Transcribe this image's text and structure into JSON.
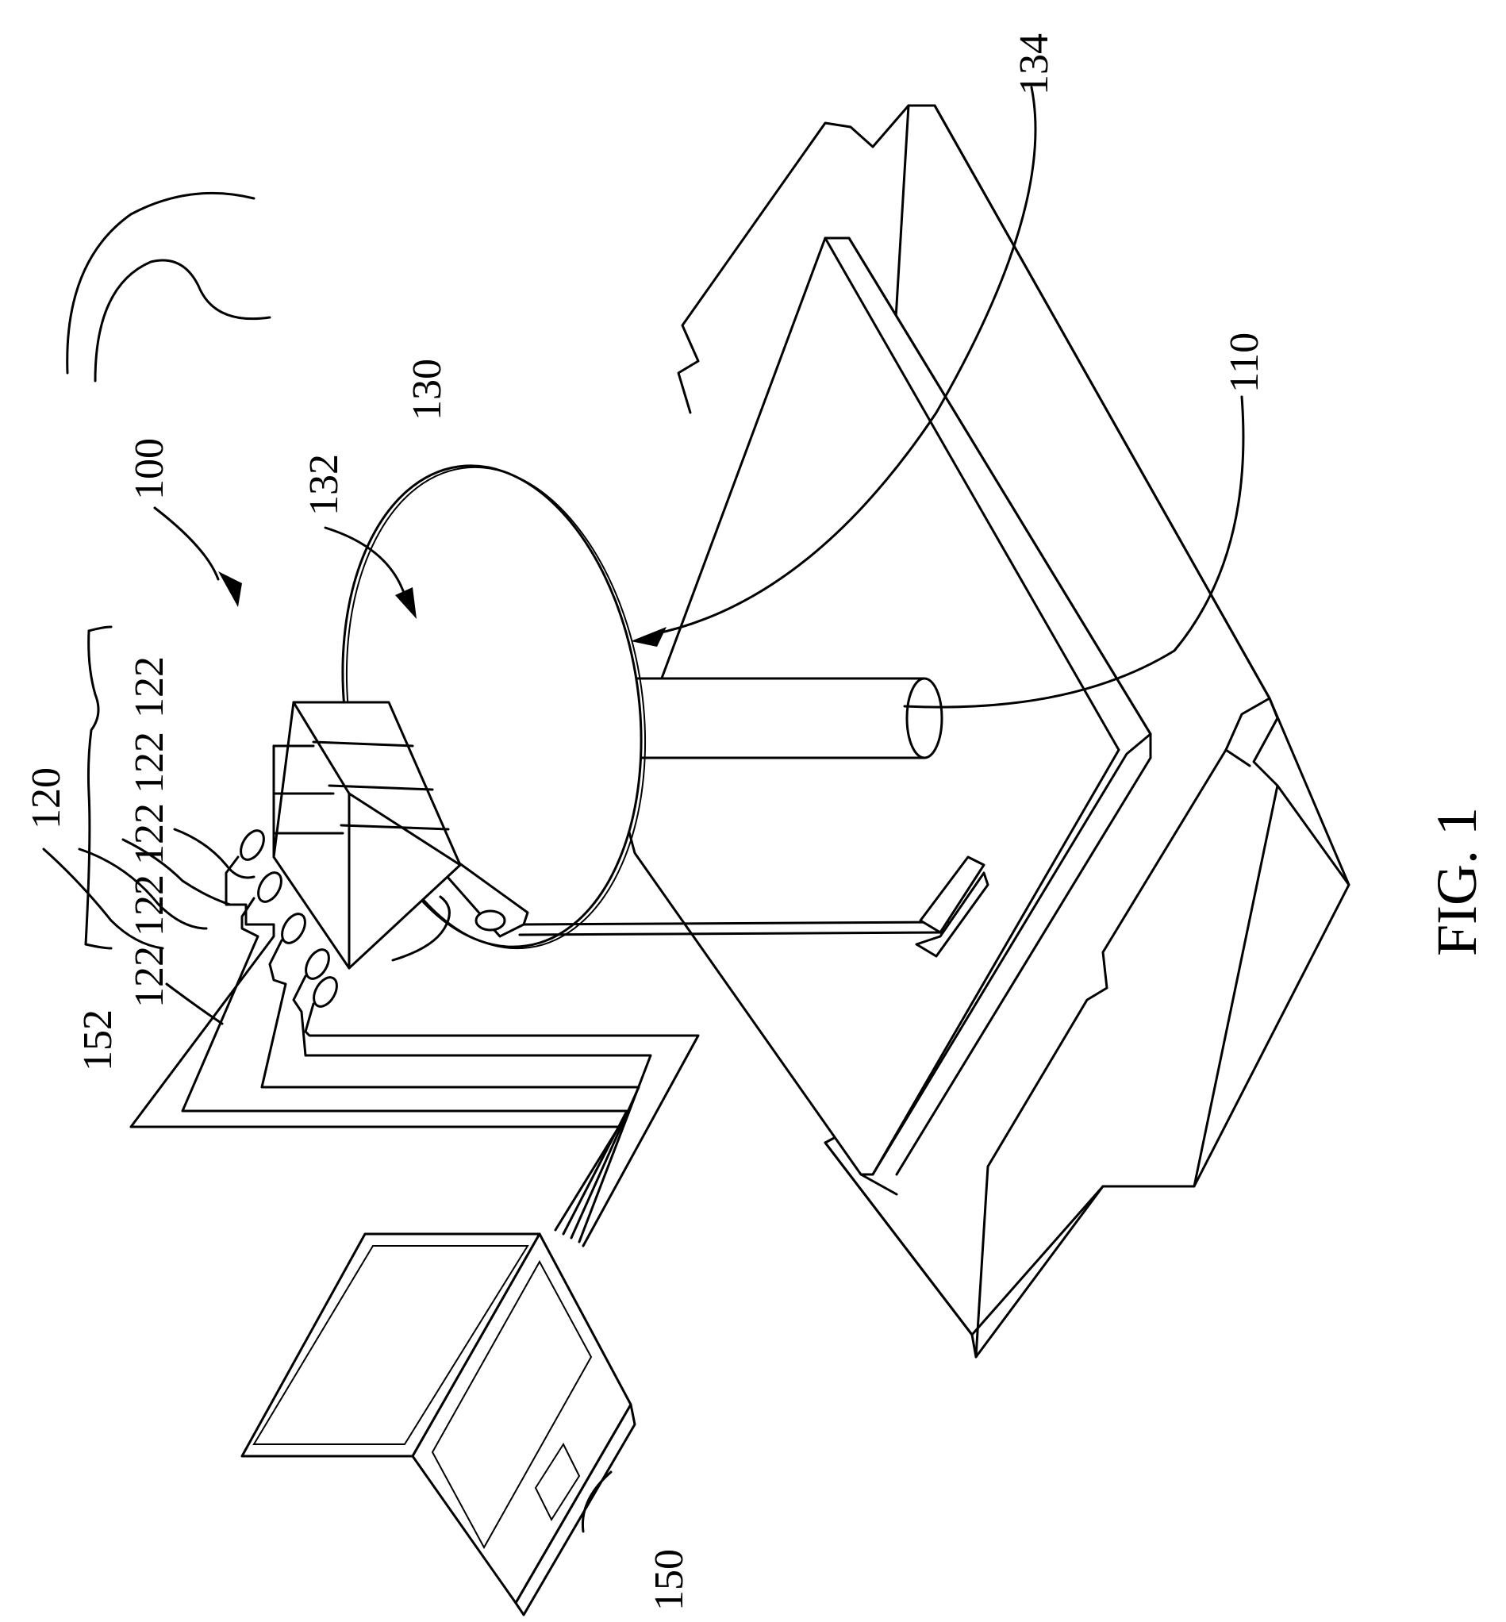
{
  "figure": {
    "caption": "FIG. 1",
    "labels": {
      "system": "100",
      "shaft": "110",
      "sensor_group": "120",
      "sensor_1": "122",
      "sensor_2": "122",
      "sensor_3": "122",
      "sensor_4": "122",
      "sensor_5": "122",
      "disk": "130",
      "disk_surface": "132",
      "disk_edge": "134",
      "computer": "150",
      "cable": "152"
    }
  }
}
